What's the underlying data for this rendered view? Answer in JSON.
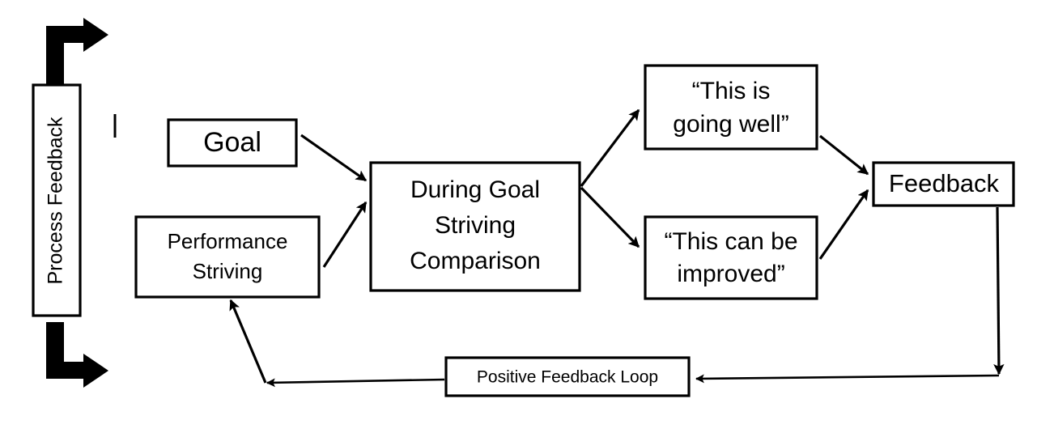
{
  "diagram": {
    "title": "Process Feedback goal striving loop",
    "background_color": "#ffffff",
    "stroke_color": "#000000",
    "text_color": "#000000",
    "nodes": {
      "process_feedback": {
        "label": "Process Feedback",
        "orientation": "vertical-bottom-to-top"
      },
      "goal": {
        "label": "Goal"
      },
      "performance_striving": {
        "label_line1": "Performance",
        "label_line2": "Striving"
      },
      "comparison": {
        "label_line1": "During Goal",
        "label_line2": "Striving",
        "label_line3": "Comparison"
      },
      "quote_positive": {
        "label_line1": "“This is",
        "label_line2": "going well”"
      },
      "quote_improve": {
        "label_line1": "“This can be",
        "label_line2": "improved”"
      },
      "feedback": {
        "label": "Feedback"
      },
      "positive_feedback_loop": {
        "label": "Positive Feedback Loop"
      }
    },
    "edges": [
      {
        "name": "goal-to-comparison",
        "from": "goal",
        "to": "comparison",
        "arrowheads": "end"
      },
      {
        "name": "performance-striving-to-comparison",
        "from": "performance_striving",
        "to": "comparison",
        "arrowheads": "end"
      },
      {
        "name": "comparison-to-quote-positive",
        "from": "comparison",
        "to": "quote_positive",
        "arrowheads": "end"
      },
      {
        "name": "comparison-to-quote-improve",
        "from": "comparison",
        "to": "quote_improve",
        "arrowheads": "end"
      },
      {
        "name": "quote-positive-to-feedback",
        "from": "quote_positive",
        "to": "feedback",
        "arrowheads": "end"
      },
      {
        "name": "quote-improve-to-feedback",
        "from": "quote_improve",
        "to": "feedback",
        "arrowheads": "end"
      },
      {
        "name": "feedback-to-positive-feedback-loop",
        "from": "feedback",
        "to": "positive_feedback_loop",
        "arrowheads": "both"
      },
      {
        "name": "positive-feedback-loop-to-performance-striving",
        "from": "positive_feedback_loop",
        "to": "performance_striving",
        "arrowheads": "both"
      }
    ],
    "block_arrows": [
      {
        "name": "top-bent-block-arrow",
        "direction": "up-then-right"
      },
      {
        "name": "bottom-bent-block-arrow",
        "direction": "down-then-right"
      }
    ],
    "tick_mark": {
      "name": "small-vertical-tick"
    }
  }
}
